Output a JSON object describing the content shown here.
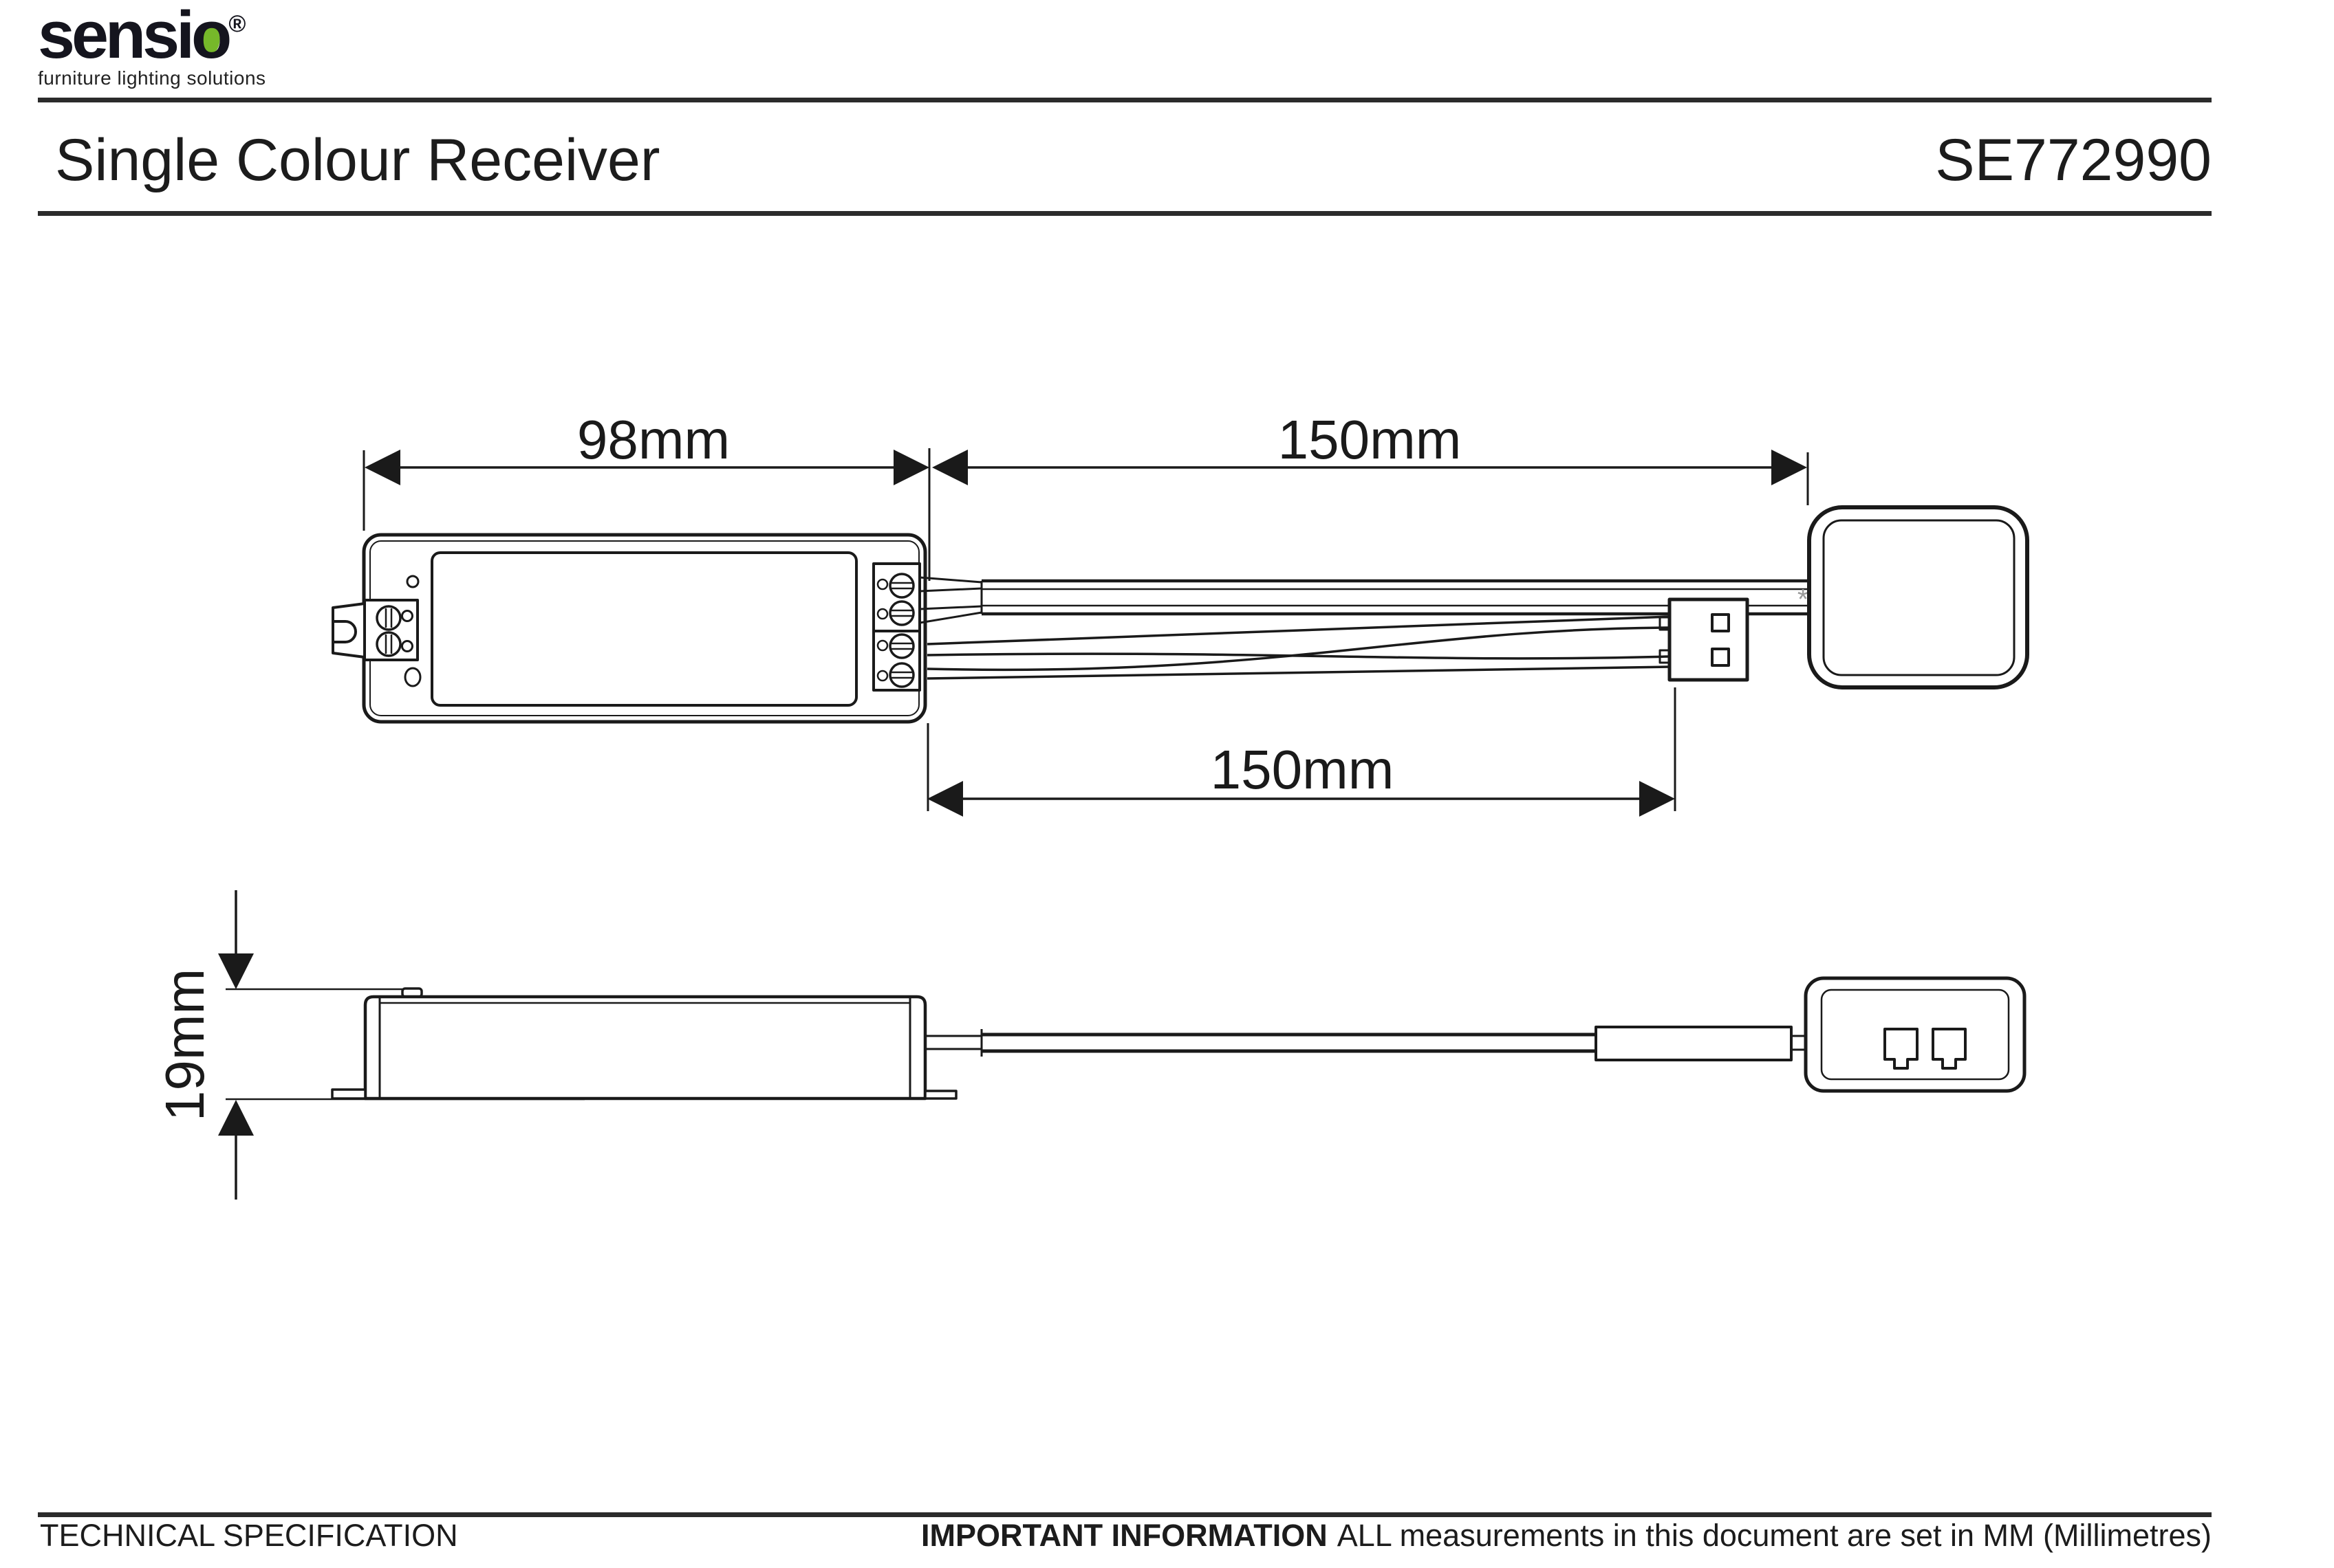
{
  "brand": {
    "logo_text_head": "sensi",
    "logo_text_o": "o",
    "registered_mark": "®",
    "tagline": "furniture lighting solutions",
    "ink_color": "#15151E",
    "accent_green": "#76B82A"
  },
  "header": {
    "title": "Single Colour Receiver",
    "product_code": "SE772990"
  },
  "drawing": {
    "line_color": "#1a1a1a",
    "top_view": {
      "body_width_label": "98mm",
      "sensor_cable_length_label": "150mm",
      "connector_cable_length_label": "150mm",
      "junction_marker": "*"
    },
    "side_view": {
      "body_height_label": "19mm"
    }
  },
  "footer": {
    "left_text": "TECHNICAL SPECIFICATION",
    "important_bold": "IMPORTANT INFORMATION",
    "important_rest": "ALL measurements in this document are set in MM (Millimetres)"
  }
}
